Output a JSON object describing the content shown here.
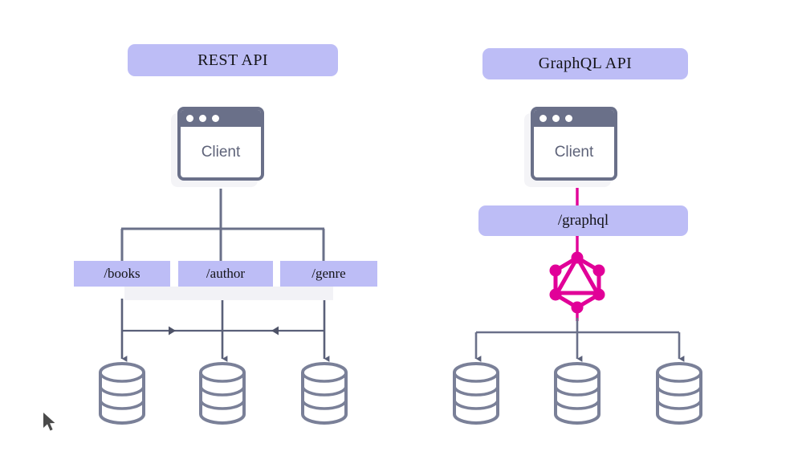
{
  "diagram": {
    "title_left": "REST API",
    "title_right": "GraphQL API",
    "background_color": "#ffffff",
    "accent_purple": "#bdbdf6",
    "line_gray": "#6a7089",
    "graphql_pink": "#e10098",
    "text_dark": "#141418",
    "client_text_gray": "#5e6379"
  },
  "rest": {
    "title": "REST API",
    "client_label": "Client",
    "endpoints": [
      {
        "label": "/books"
      },
      {
        "label": "/author"
      },
      {
        "label": "/genre"
      }
    ],
    "databases": [
      {
        "name": "database-1"
      },
      {
        "name": "database-2"
      },
      {
        "name": "database-3"
      }
    ]
  },
  "graphql": {
    "title": "GraphQL API",
    "client_label": "Client",
    "endpoint_label": "/graphql",
    "logo_name": "graphql-logo",
    "databases": [
      {
        "name": "database-1"
      },
      {
        "name": "database-2"
      },
      {
        "name": "database-3"
      }
    ]
  },
  "cursor": {
    "name": "mouse-pointer"
  }
}
